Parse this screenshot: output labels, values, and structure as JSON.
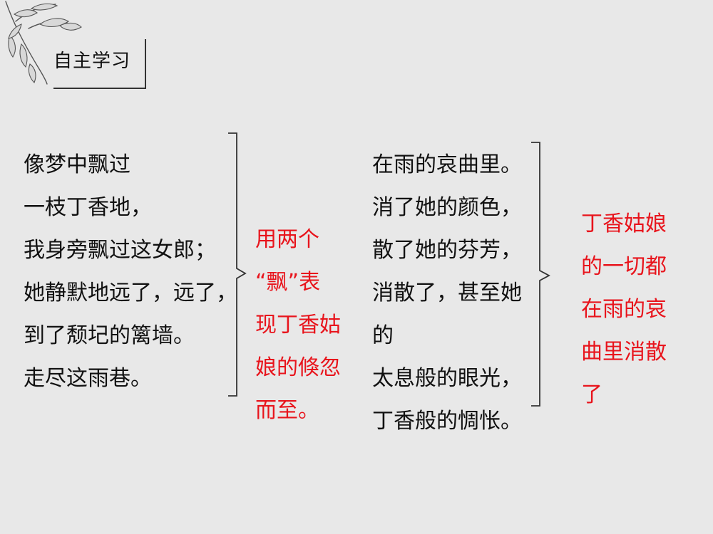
{
  "header": {
    "title": "自主学习"
  },
  "poem": {
    "left_lines": [
      "像梦中飘过",
      "一枝丁香地，",
      "我身旁飘过这女郎；",
      "她静默地远了，远了，",
      "到了颓圮的篱墙。",
      "走尽这雨巷。"
    ],
    "right_lines": [
      "在雨的哀曲里。",
      "消了她的颜色，",
      "散了她的芬芳，",
      "消散了，甚至她",
      "的",
      "太息般的眼光，",
      "丁香般的惆怅。"
    ]
  },
  "annotations": {
    "middle_lines": [
      "用两个",
      "“飘”表",
      "现丁香姑",
      "娘的倏忽",
      "而至。"
    ],
    "right_lines": [
      "丁香姑娘",
      "的一切都",
      "在雨的哀",
      "曲里消散",
      "了"
    ]
  },
  "colors": {
    "annotation": "#e8141c",
    "background": "#e8e8e8",
    "text": "#111111"
  }
}
